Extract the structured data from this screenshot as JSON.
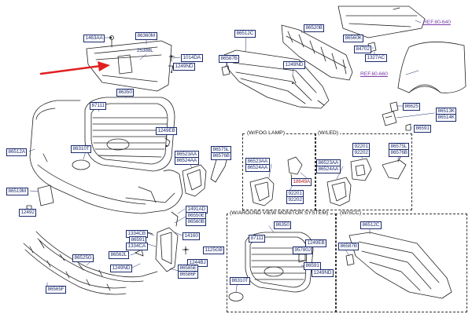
{
  "labels": {
    "p1463AA": "1463AA",
    "p86360M": "86360M",
    "p25388L": "25388L",
    "p1014DA": "1014DA",
    "p1249ND_a": "1249ND",
    "p86350_a": "86350",
    "p87111_a": "87111",
    "p1249EB_a": "1249EB",
    "p86512A": "86512A",
    "p86310T_a": "86310T",
    "p86519M": "86519M",
    "p12492": "12492",
    "p86523AA_a": "86523AA",
    "p86524AA_a": "86524AA",
    "p86575L_a": "86575L",
    "p86576B_a": "86576B",
    "p1491AD": "1491AD",
    "p86550E": "86550E",
    "p86560B": "86560B",
    "p14160": "14160",
    "p1334CB": "1334CB",
    "p86591_a": "86591",
    "p1334CA": "1334CA",
    "p1125GB": "1125GB",
    "p86562L": "86562L",
    "p1244BJ": "1244BJ",
    "p1249ND_b": "1249ND",
    "p86585E": "86585E",
    "p86586F": "86586F",
    "p86525G": "86525G",
    "p86565F": "86565F",
    "p86512C_a": "86512C",
    "p86587B_a": "86587B",
    "p86520B": "86520B",
    "p1249ND_c": "1249ND",
    "p86560K": "86560K",
    "p84702": "84702",
    "p1327AC": "1327AC",
    "ref1": "REF.60-640",
    "ref2": "REF.60-660",
    "p86625": "86625",
    "p86513K": "86513K",
    "p86514K": "86514K",
    "p86591_b": "86591",
    "fog_title": "(W/FOG LAMP)",
    "p86523AA_b": "86523AA",
    "p86524AA_b": "86524AA",
    "p18649A": "18649A",
    "p92201_a": "92201",
    "p92202_a": "92202",
    "led_title": "(W/LED)",
    "p92201_b": "92201",
    "p92202_b": "92202",
    "p86575L_b": "86575L",
    "p86576B_b": "86576B",
    "p86523AA_c": "86523AA",
    "p86524AA_c": "86524AA",
    "avm_title": "(W/AROUND VIEW MONITOR SYSTEM)",
    "p86350_b": "86350",
    "p87111_b": "87111",
    "p1249EB_b": "1249EB",
    "p95780J": "95780J",
    "p86591_c": "86591",
    "p1249ND_d": "1249ND",
    "p86310T_b": "86310T",
    "scc_title": "(W/SCC)",
    "p86512C_b": "86512C",
    "p86587B_b": "86587B"
  },
  "colors": {
    "line": "#222222",
    "label": "#1a2a6c",
    "ref": "#7a3da8",
    "arrow": "#e02020"
  }
}
